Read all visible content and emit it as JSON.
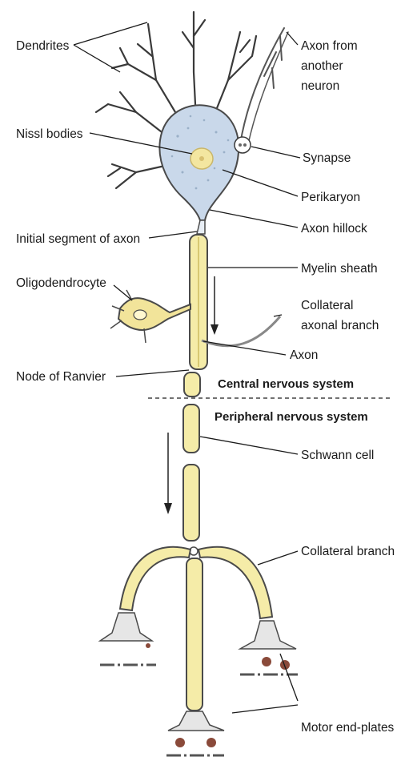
{
  "labels": {
    "dendrites": "Dendrites",
    "axon_from_another": [
      "Axon from",
      "another",
      "neuron"
    ],
    "nissl_bodies": "Nissl bodies",
    "synapse": "Synapse",
    "perikaryon": "Perikaryon",
    "axon_hillock": "Axon hillock",
    "initial_segment": "Initial segment of axon",
    "myelin_sheath": "Myelin sheath",
    "oligodendrocyte": "Oligodendrocyte",
    "collateral_axonal_branch": [
      "Collateral",
      "axonal branch"
    ],
    "axon": "Axon",
    "node_of_ranvier": "Node of Ranvier",
    "central_nervous_system": "Central nervous system",
    "peripheral_nervous_system": "Peripheral nervous system",
    "schwann_cell": "Schwann cell",
    "collateral_branch": "Collateral branch",
    "motor_end_plates": "Motor end-plates"
  },
  "colors": {
    "cell_body": "#c9d8ea",
    "myelin": "#f5eca8",
    "nucleus": "#f3e6a0",
    "outline": "#4a4a4a",
    "end_plate": "#8a4a3a"
  }
}
